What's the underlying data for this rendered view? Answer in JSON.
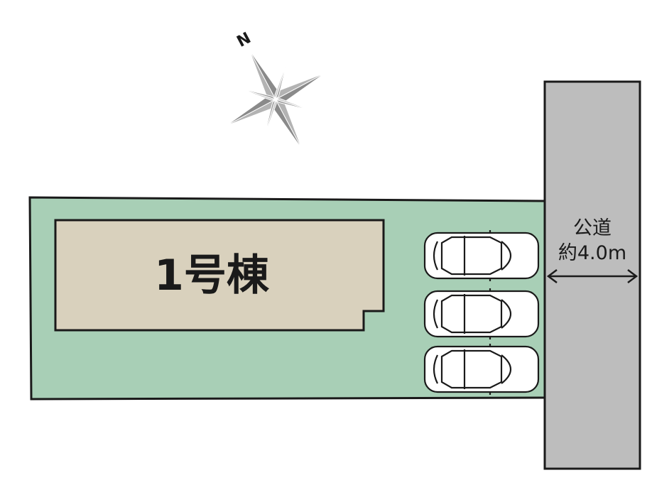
{
  "compass": {
    "north_label": "N"
  },
  "building": {
    "label": "1号棟"
  },
  "road": {
    "name": "公道",
    "width_label": "約4.0m"
  },
  "parking": {
    "cars": [
      "car-1",
      "car-2",
      "car-3"
    ]
  },
  "colors": {
    "lot": "#a8cfb6",
    "building": "#d9d1bd",
    "road": "#bdbdbd",
    "compass": "#8a8a8a",
    "outline": "#1a1a1a"
  }
}
